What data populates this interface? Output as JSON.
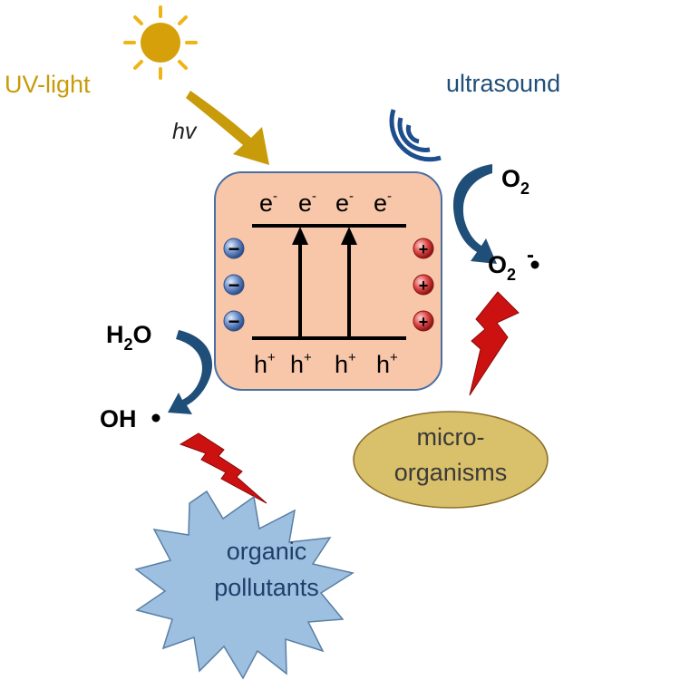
{
  "labels": {
    "uv_light": "UV-light",
    "hv": "hv",
    "ultrasound": "ultrasound",
    "o2": "O",
    "o2_sub": "2",
    "o2_radical": "O",
    "o2_radical_sub": "2",
    "o2_radical_sup": "-",
    "h2o_h": "H",
    "h2o_sub": "2",
    "h2o_o": "O",
    "oh_radical": "OH",
    "microorganisms_line1": "micro-",
    "microorganisms_line2": "organisms",
    "pollutants_line1": "organic",
    "pollutants_line2": "pollutants"
  },
  "band": {
    "electron": "e",
    "electron_sup": "-",
    "hole": "h",
    "hole_sup": "+",
    "minus": "−",
    "plus": "+"
  },
  "colors": {
    "sun": "#d6a00a",
    "uv_text": "#c89b0b",
    "hv_arrow": "#c89b0b",
    "ultrasound": "#1f4e8c",
    "curved_arrow": "#1f4e79",
    "particle_fill": "#f8c6a8",
    "particle_stroke": "#4a6fa5",
    "lightning": "#cc1111",
    "microorganisms_fill": "#d9c06a",
    "pollutants_fill": "#9dbfe0",
    "minus_ball": "#5a7fc0",
    "plus_ball": "#d43a3a"
  }
}
